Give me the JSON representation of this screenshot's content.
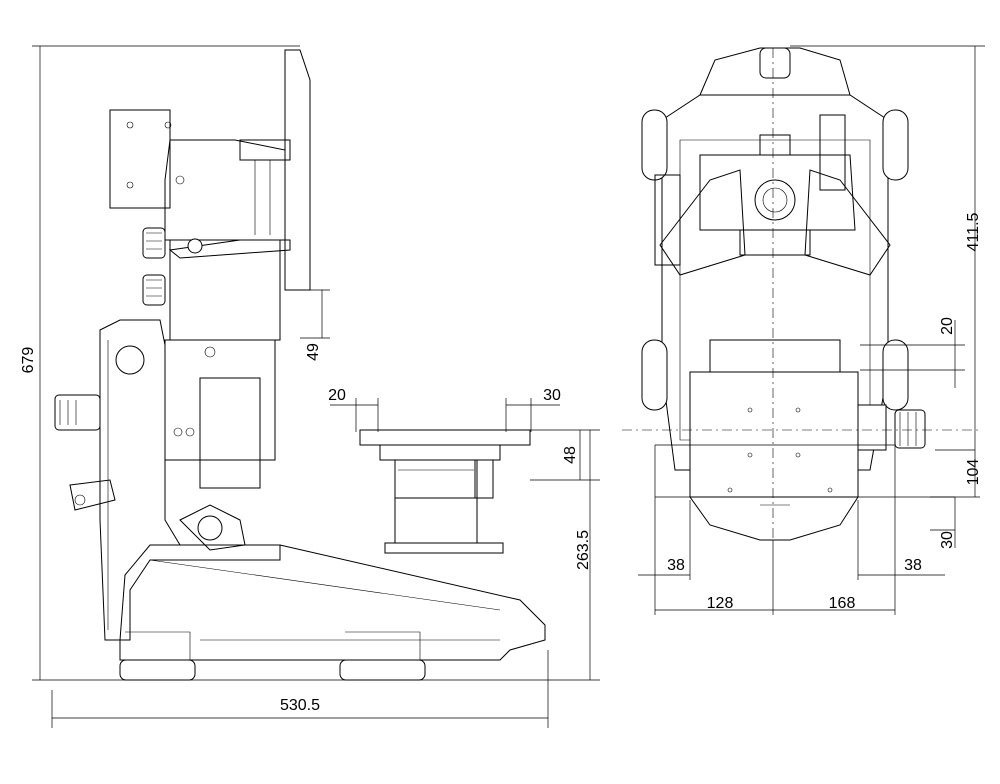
{
  "dimensions": {
    "side_total_height": "679",
    "side_total_width": "530.5",
    "side_arm_gap": "49",
    "stage_left_offset": "20",
    "stage_right_offset": "30",
    "stage_thickness": "48",
    "stage_height": "263.5",
    "front_total_height": "411.5",
    "front_upper_offset": "20",
    "front_stage_height": "104",
    "front_lower_offset": "30",
    "front_left_margin": "38",
    "front_right_margin": "38",
    "front_left_width": "128",
    "front_right_width": "168"
  }
}
